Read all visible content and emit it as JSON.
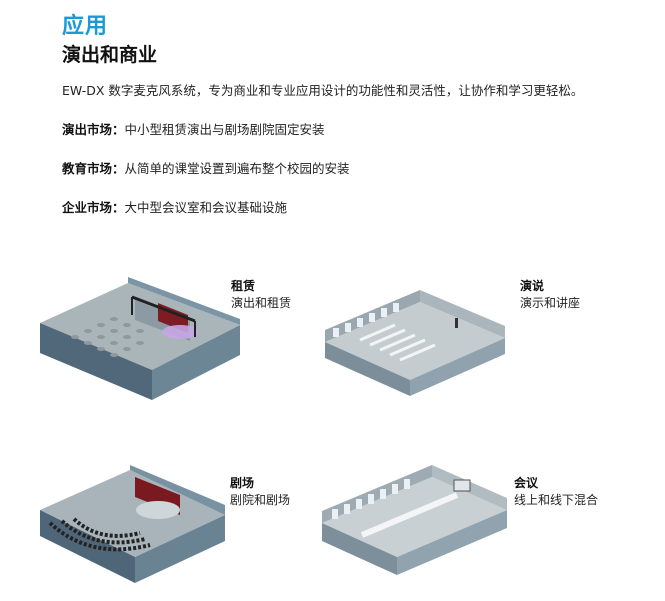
{
  "heading": "应用",
  "subheading": "演出和商业",
  "intro": "EW-DX 数字麦克风系统，专为商业和专业应用设计的功能性和灵活性，让协作和学习更轻松。",
  "markets": [
    {
      "label": "演出市场：",
      "text": "中小型租赁演出与剧场剧院固定安装"
    },
    {
      "label": "教育市场：",
      "text": "从简单的课堂设置到遍布整个校园的安装"
    },
    {
      "label": "企业市场：",
      "text": "大中型会议室和会议基础设施"
    }
  ],
  "scenarios": [
    {
      "title": "租赁",
      "desc": "演出和租赁"
    },
    {
      "title": "演说",
      "desc": "演示和讲座"
    },
    {
      "title": "剧场",
      "desc": "剧院和剧场"
    },
    {
      "title": "会议",
      "desc": "线上和线下混合"
    }
  ],
  "colors": {
    "accent": "#1d9ad6",
    "curtain": "#8b1a1f",
    "floor": "#aeb8bd",
    "wall": "#5f7b8a"
  }
}
